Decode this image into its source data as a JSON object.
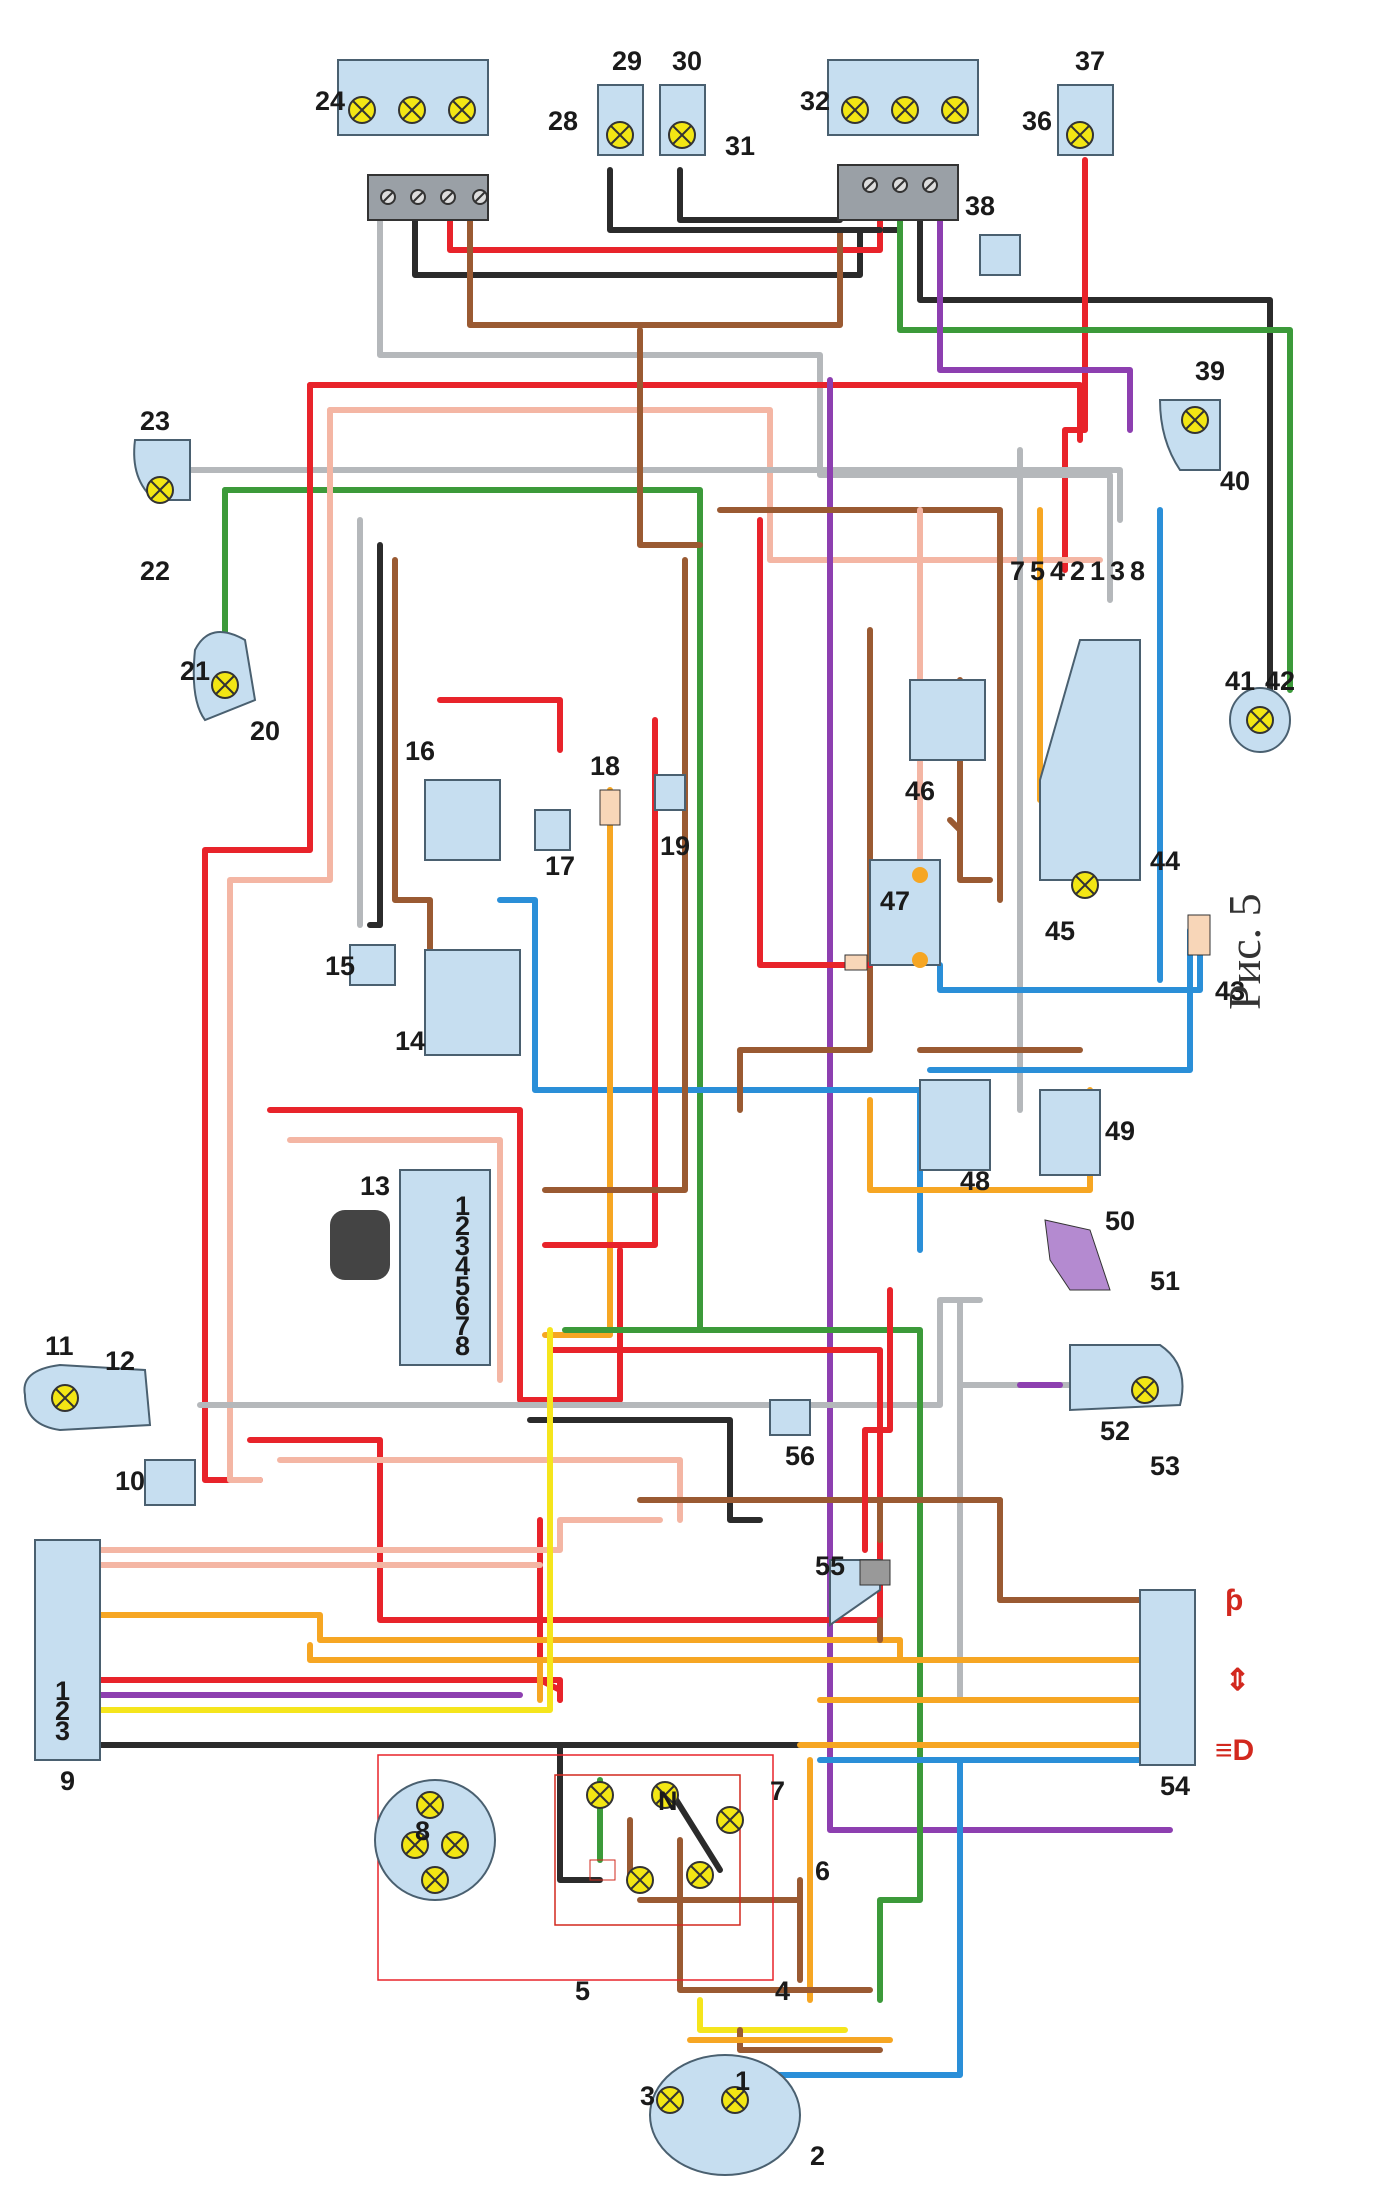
{
  "figure": {
    "caption": "Рис. 5"
  },
  "labels": {
    "l1": "1",
    "l2": "2",
    "l3": "3",
    "l4": "4",
    "l5": "5",
    "l6": "6",
    "l7": "7",
    "l8": "8",
    "l9": "9",
    "l10": "10",
    "l11": "11",
    "l12": "12",
    "l13": "13",
    "l14": "14",
    "l15": "15",
    "l16": "16",
    "l17": "17",
    "l18": "18",
    "l19": "19",
    "l20": "20",
    "l21": "21",
    "l22": "22",
    "l23": "23",
    "l24": "24",
    "l28": "28",
    "l29": "29",
    "l30": "30",
    "l31": "31",
    "l32": "32",
    "l36": "36",
    "l37": "37",
    "l38": "38",
    "l39": "39",
    "l40": "40",
    "l41": "41",
    "l42": "42",
    "l43": "43",
    "l44": "44",
    "l45": "45",
    "l46": "46",
    "l47": "47",
    "l48": "48",
    "l49": "49",
    "l50": "50",
    "l51": "51",
    "l52": "52",
    "l53": "53",
    "l54": "54",
    "l55": "55",
    "l56": "56"
  },
  "ignition_switch": {
    "terminals": [
      "1",
      "2",
      "3",
      "4",
      "5",
      "6",
      "7",
      "8"
    ]
  },
  "light_switch_9": {
    "terminals": [
      "1",
      "2",
      "3"
    ]
  },
  "switch_44_terminals": [
    "7",
    "5",
    "4",
    "2",
    "1",
    "3",
    "8"
  ],
  "wire_colors": {
    "red": "#e8232a",
    "pink": "#f4b6a4",
    "brown": "#9a5a32",
    "black": "#2b2b2b",
    "grey": "#b5b8bb",
    "green": "#3c9a3a",
    "yellow": "#f5e51d",
    "orange": "#f6a623",
    "blue": "#2a8fd8",
    "purple": "#8d3fb0"
  },
  "component_fill": "#c6def0",
  "icons": [
    "lamp-icon",
    "ground-icon",
    "key-icon",
    "battery-icon",
    "fuse-icon",
    "headlight-icon",
    "turn-signal-icon",
    "parking-light-icon",
    "neutral-icon"
  ]
}
